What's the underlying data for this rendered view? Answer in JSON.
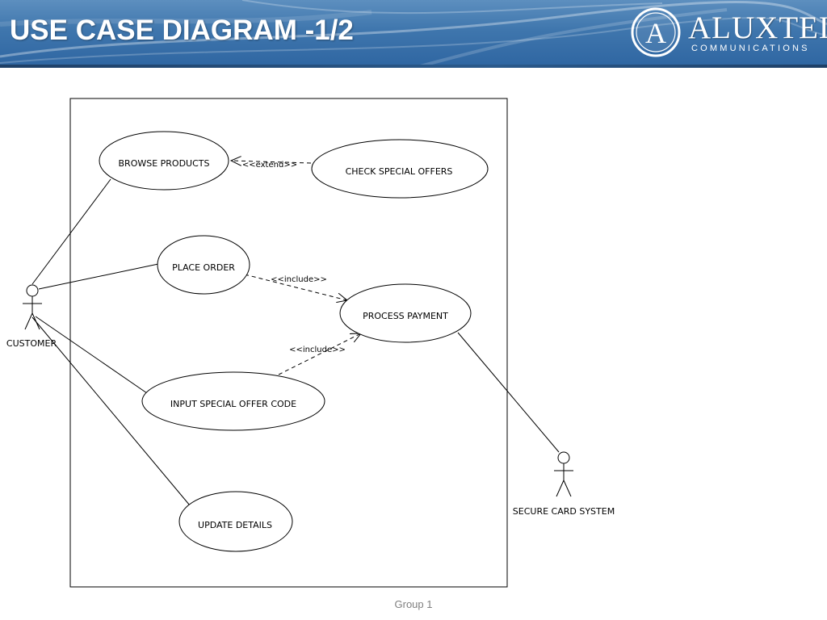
{
  "slide": {
    "title": "USE CASE DIAGRAM -1/2",
    "footer": "Group 1"
  },
  "logo": {
    "letter": "A",
    "name": "ALUXTEL",
    "subtitle": "COMMUNICATIONS"
  },
  "diagram": {
    "actors": {
      "customer": "CUSTOMER",
      "secure_card_system": "SECURE CARD SYSTEM"
    },
    "use_cases": {
      "browse_products": "BROWSE PRODUCTS",
      "check_special_offers": "CHECK SPECIAL OFFERS",
      "place_order": "PLACE ORDER",
      "process_payment": "PROCESS PAYMENT",
      "input_special_offer_code": "INPUT SPECIAL OFFER CODE",
      "update_details": "UPDATE DETAILS"
    },
    "stereotypes": {
      "extend": "<<extend>>",
      "include_place_order": "<<include>>",
      "include_offer_code": "<<include>>"
    }
  },
  "colors": {
    "header_blue": "#3f76ad",
    "header_text": "#ffffff",
    "diagram_line": "#000000",
    "footer_text": "#7f7f7f"
  }
}
